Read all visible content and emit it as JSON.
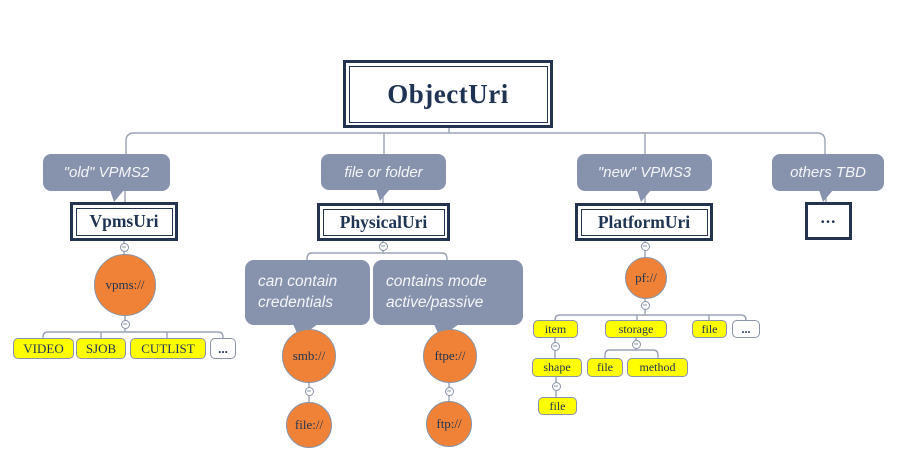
{
  "colors": {
    "navy": "#24344f",
    "navy_text": "#1f3452",
    "blue_gray": "#8793ad",
    "callout_text": "#f4f5f7",
    "orange": "#ef8237",
    "yellow": "#ffff00",
    "shape_border": "#8a94a6",
    "line": "#9aa3b3"
  },
  "root": {
    "label": "ObjectUri"
  },
  "vpms2": {
    "callout": "\"old\" VPMS2",
    "box": "VpmsUri",
    "scheme": "vpms://",
    "children": [
      "VIDEO",
      "SJOB",
      "CUTLIST",
      "..."
    ]
  },
  "physical": {
    "callout": "file or folder",
    "box": "PhysicalUri",
    "smb": {
      "note_line1": "can contain",
      "note_line2": "credentials",
      "scheme": "smb://",
      "child": "file://"
    },
    "ftpe": {
      "note_line1": "contains mode",
      "note_line2": "active/passive",
      "scheme": "ftpe://",
      "child": "ftp://"
    }
  },
  "platform": {
    "callout": "\"new\" VPMS3",
    "box": "PlatformUri",
    "scheme": "pf://",
    "children": [
      "item",
      "storage",
      "file",
      "..."
    ],
    "item_children": [
      "shape"
    ],
    "shape_children": [
      "file"
    ],
    "storage_children": [
      "file",
      "method"
    ]
  },
  "others": {
    "callout": "others TBD",
    "box": "..."
  }
}
